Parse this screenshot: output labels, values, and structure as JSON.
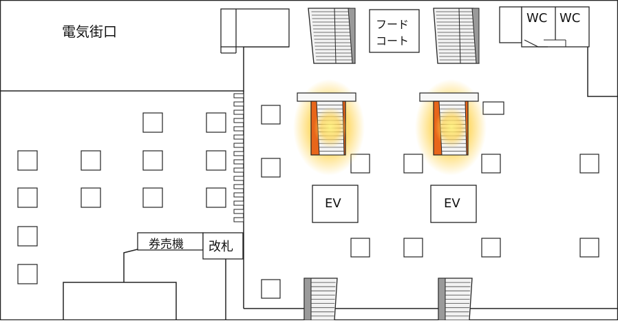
{
  "labels": {
    "electric_street_exit": "電気街口",
    "food_court_line1": "フード",
    "food_court_line2": "コート",
    "wc_left": "WC",
    "wc_right": "WC",
    "ticket_machine": "券売機",
    "ticket_gate": "改札",
    "ev_left": "EV",
    "ev_right": "EV"
  },
  "colors": {
    "line": "#222222",
    "escalator_fill": "#f2f2f2",
    "escalator_side": "#9a9a9a",
    "highlight_orange": "#e8661a",
    "highlight_glow": "#ffd34d"
  }
}
